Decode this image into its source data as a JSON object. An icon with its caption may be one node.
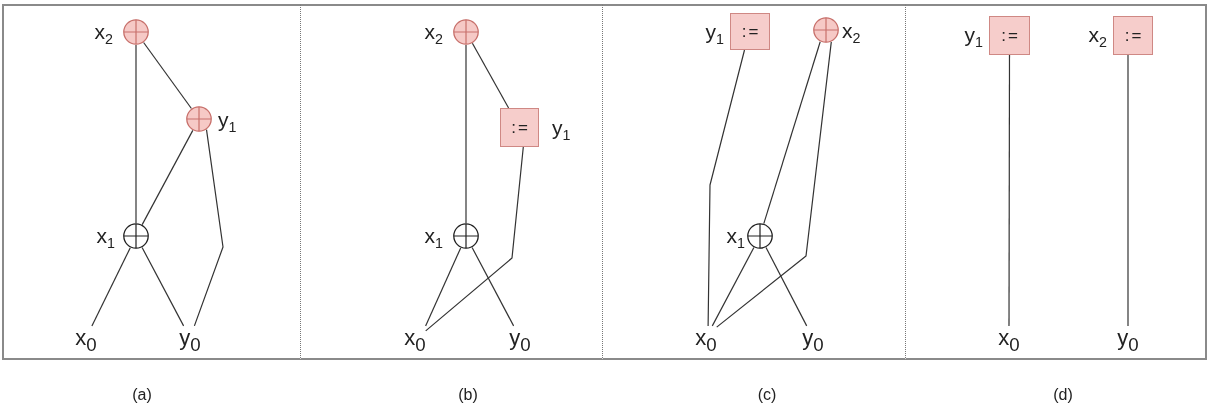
{
  "diagram": {
    "nodes": [
      {
        "text": [],
        "shape": "box",
        "beside": [
          "(a)"
        ]
      },
      {
        "text": [],
        "shape": "circle",
        "beside": [
          "x$_{2}$"
        ],
        "in": 0
      },
      {
        "text": [],
        "shape": "circle",
        "beside": [
          "y$_{1}$"
        ],
        "in": 0
      },
      {
        "text": [],
        "shape": "circle",
        "beside": [
          "x$_{1}$"
        ],
        "in": 0
      },
      {
        "text": [
          "x$_{0}$"
        ],
        "in": 0
      },
      {
        "text": [
          "y$_{0}$"
        ],
        "in": 0
      },
      {
        "text": [],
        "shape": "box",
        "beside": [
          "(b)"
        ]
      },
      {
        "text": [],
        "shape": "circle",
        "beside": [
          "x$_{2}$"
        ],
        "in": 6
      },
      {
        "text": [
          ":="
        ],
        "beside": [
          "y$_{1}$"
        ],
        "in": 6
      },
      {
        "text": [],
        "shape": "circle",
        "beside": [
          "x$_{1}$"
        ],
        "in": 6
      },
      {
        "text": [
          "x$_{0}$"
        ],
        "in": 6
      },
      {
        "text": [
          "y$_{0}$"
        ],
        "in": 6
      },
      {
        "text": [],
        "shape": "box",
        "beside": [
          "(c)"
        ]
      },
      {
        "text": [
          ":="
        ],
        "beside": [
          "y$_{1}$"
        ],
        "in": 12
      },
      {
        "text": [],
        "shape": "circle",
        "beside": [
          "x$_{2}$"
        ],
        "in": 12
      },
      {
        "text": [],
        "shape": "circle",
        "beside": [
          "x$_{1}$"
        ],
        "in": 12
      },
      {
        "text": [
          "x$_{0}$"
        ],
        "in": 12
      },
      {
        "text": [
          "y$_{0}$"
        ],
        "in": 12
      },
      {
        "text": [],
        "shape": "box",
        "beside": [
          "(d)"
        ]
      },
      {
        "text": [
          ":="
        ],
        "beside": [
          "y$_{1}$"
        ],
        "in": 18
      },
      {
        "text": [
          ":="
        ],
        "beside": [
          "x$_{2}$"
        ],
        "in": 18
      },
      {
        "text": [
          "x$_{0}$"
        ],
        "in": 18
      },
      {
        "text": [
          "y$_{0}$"
        ],
        "in": 18
      }
    ],
    "edges": [
      {
        "from": 1,
        "to": 3,
        "arrow": "none"
      },
      {
        "from": 1,
        "to": 2,
        "arrow": "none"
      },
      {
        "from": 2,
        "to": 3,
        "arrow": "none"
      },
      {
        "from": 2,
        "to": 5,
        "arrow": "none"
      },
      {
        "from": 3,
        "to": 4,
        "arrow": "none"
      },
      {
        "from": 3,
        "to": 5,
        "arrow": "none"
      },
      {
        "from": 7,
        "to": 9,
        "arrow": "none"
      },
      {
        "from": 7,
        "to": 8,
        "arrow": "none"
      },
      {
        "from": 8,
        "to": 10,
        "arrow": "none"
      },
      {
        "from": 9,
        "to": 10,
        "arrow": "none"
      },
      {
        "from": 9,
        "to": 11,
        "arrow": "none"
      },
      {
        "from": 13,
        "to": 16,
        "arrow": "none"
      },
      {
        "from": 14,
        "to": 15,
        "arrow": "none"
      },
      {
        "from": 14,
        "to": 16,
        "arrow": "none"
      },
      {
        "from": 15,
        "to": 16,
        "arrow": "none"
      },
      {
        "from": 15,
        "to": 17,
        "arrow": "none"
      },
      {
        "from": 19,
        "to": 21,
        "arrow": "none"
      },
      {
        "from": 20,
        "to": 22,
        "arrow": "none"
      }
    ]
  }
}
